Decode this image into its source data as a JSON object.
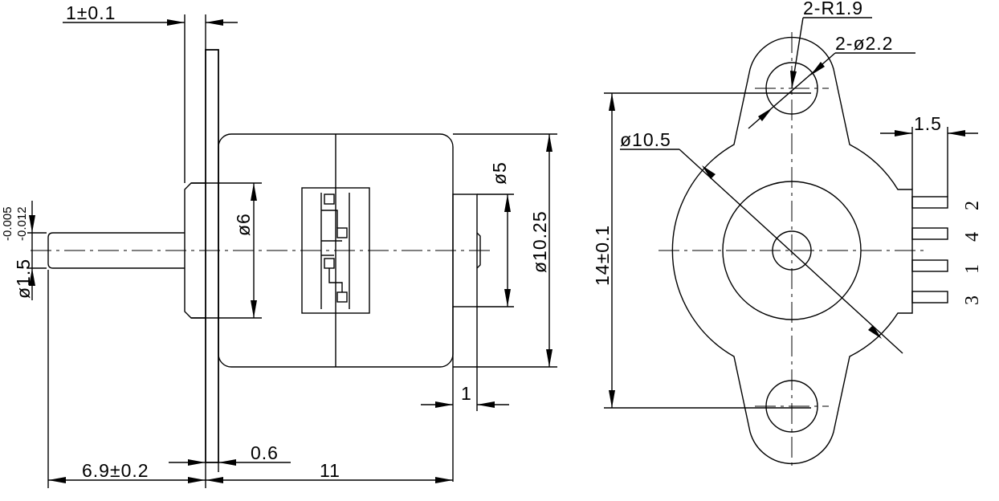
{
  "side_view": {
    "flange_thickness": "1±0.1",
    "shaft_diameter": "ø1.5",
    "shaft_tol_upper": "-0.005",
    "shaft_tol_lower": "-0.012",
    "boss_diameter": "ø6",
    "rear_boss_diameter": "ø5",
    "body_diameter": "ø10.25",
    "rear_boss_length": "1",
    "flange_offset": "0.6",
    "shaft_length": "6.9±0.2",
    "body_length": "11"
  },
  "front_view": {
    "mount_radius": "2-R1.9",
    "mount_holes": "2-ø2.2",
    "body_diameter": "ø10.5",
    "overall_height": "14±0.1",
    "pin_pitch": "1.5",
    "pins": [
      "2",
      "4",
      "1",
      "3"
    ]
  }
}
